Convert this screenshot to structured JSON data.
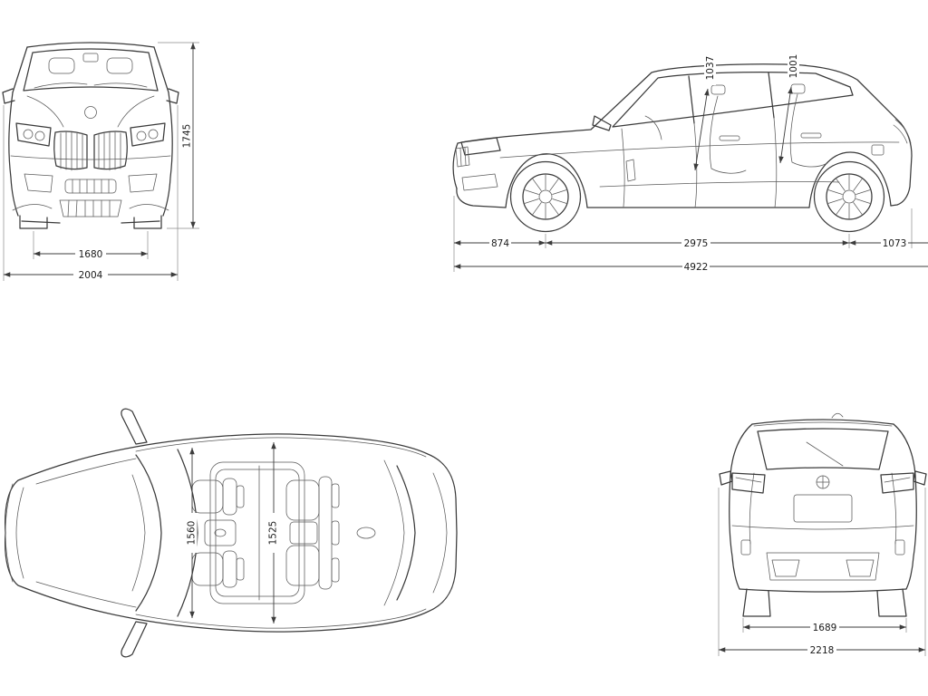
{
  "front_view": {
    "height": "1745",
    "track_width": "1680",
    "overall_width": "2004"
  },
  "side_view": {
    "front_headroom": "1037",
    "rear_headroom": "1001",
    "front_overhang": "874",
    "wheelbase": "2975",
    "rear_overhang": "1073",
    "overall_length": "4922"
  },
  "top_view": {
    "front_interior_width": "1560",
    "rear_interior_width": "1525"
  },
  "rear_view": {
    "track_width": "1689",
    "overall_width": "2218"
  }
}
